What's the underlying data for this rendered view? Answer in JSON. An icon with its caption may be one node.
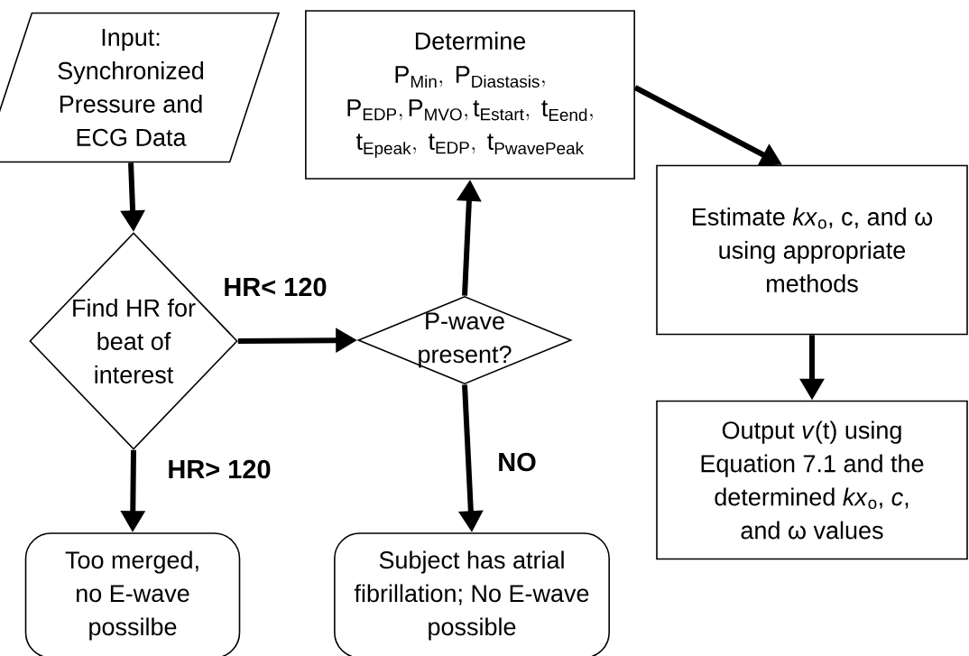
{
  "diagram": {
    "nodes": [
      {
        "text": [
          "Input: Synchronized Pressure and ECG Data"
        ]
      },
      {
        "text": [
          "Find HR for beat of interest"
        ]
      },
      {
        "text": [
          "P-wave present?"
        ]
      },
      {
        "text": [
          "Determine",
          "\\mathrm{P_{Min},\\ P_{Diastasis},}",
          "\\mathrm{P_{EDP},P_{MVO},t_{Estart},\\ t_{Eend},}",
          "\\mathrm{t_{Epeak},\\ t_{EDP},\\ t_{PwavePeak}}"
        ]
      },
      {
        "text": [
          "Estimate *kx*$_{o}$, c, and ω using appropriate methods"
        ]
      },
      {
        "text": [
          "Output *v*(t) using Equation 7.1 and the determined *kx*$_{o}$, *c*, and ω values"
        ]
      },
      {
        "text": [
          "Too merged, no E-wave possilbe"
        ]
      },
      {
        "text": [
          "Subject has atrial fibrillation; No E-wave possible"
        ]
      }
    ],
    "edges": [
      {
        "from": 0,
        "to": 1,
        "arrow": "to"
      },
      {
        "from": 1,
        "to": 2,
        "arrow": "to",
        "label": "HR< 120"
      },
      {
        "from": 1,
        "to": 6,
        "arrow": "to",
        "label": "HR> 120"
      },
      {
        "from": 2,
        "to": 3,
        "arrow": "to"
      },
      {
        "from": 2,
        "to": 7,
        "arrow": "to",
        "label": "NO"
      },
      {
        "from": 3,
        "to": 4,
        "arrow": "to"
      },
      {
        "from": 4,
        "to": 5,
        "arrow": "to"
      }
    ]
  }
}
